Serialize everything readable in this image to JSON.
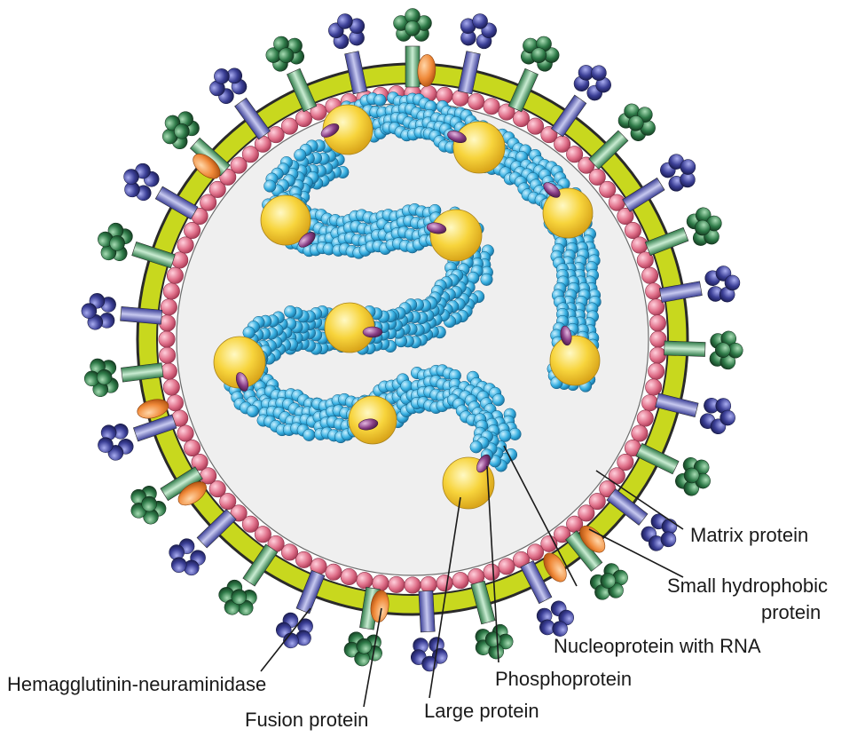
{
  "labels": {
    "matrix": "Matrix protein",
    "small_hydrophobic_line1": "Small hydrophobic",
    "small_hydrophobic_line2": "protein",
    "nucleoprotein": "Nucleoprotein with RNA",
    "phosphoprotein": "Phosphoprotein",
    "hemagglutinin": "Hemagglutinin-neuraminidase",
    "fusion": "Fusion protein",
    "large": "Large protein"
  },
  "colors": {
    "envelope": "#c8d81e",
    "interior": "#efefef",
    "matrix_bead": "#e0708a",
    "rna_bead": "#35aee0",
    "large_protein": "#f7d43c",
    "phosphoprotein": "#8a3f86",
    "hn_spike": "#3b3f96",
    "fusion_spike": "#2e7a48",
    "sh_protein": "#f08a3a"
  }
}
